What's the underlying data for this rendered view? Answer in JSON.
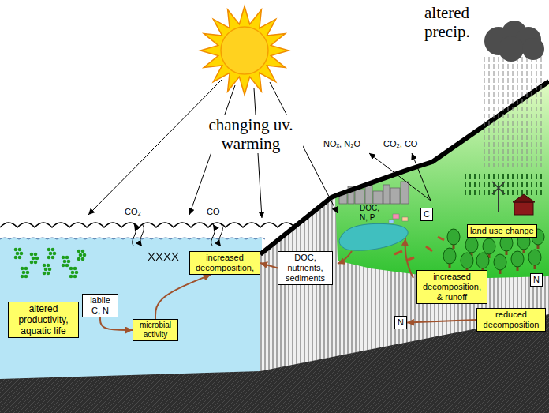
{
  "diagram": {
    "nodes": [
      {
        "text": [
          "C"
        ]
      },
      {
        "text": [
          "land use change"
        ]
      },
      {
        "text": [
          "increased decomposition, & runoff"
        ]
      },
      {
        "text": [
          "N"
        ]
      },
      {
        "text": [
          "reduced decomposition"
        ]
      },
      {
        "text": [
          "N"
        ]
      },
      {
        "text": [
          "DOC, nutrients, sediments"
        ]
      },
      {
        "text": [
          "increased decomposition,"
        ]
      },
      {
        "text": [
          "labile C, N"
        ]
      },
      {
        "text": [
          "microbial activity"
        ]
      },
      {
        "text": [
          "altered productivity, aquatic life"
        ]
      }
    ],
    "edges": [
      {
        "from": 6,
        "to": 7,
        "arrow": "to"
      },
      {
        "from": 8,
        "to": 9,
        "arrow": "to"
      },
      {
        "from": 9,
        "to": 7,
        "arrow": "to"
      },
      {
        "from": 4,
        "to": 5,
        "arrow": "to"
      }
    ],
    "labels": [
      "altered precip.",
      "changing uv. warming",
      "CO₂",
      "CO",
      "NOₓ, N₂O",
      "CO₂, CO",
      "DOC, N, P"
    ]
  }
}
